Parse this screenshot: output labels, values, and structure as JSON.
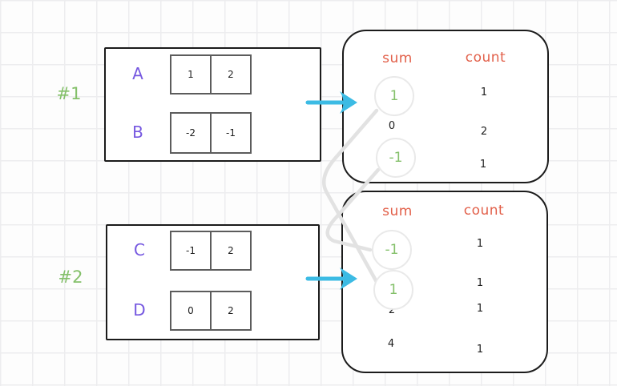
{
  "groups": [
    {
      "label": "#1",
      "arrays": [
        {
          "name": "A",
          "values": [
            "1",
            "2"
          ]
        },
        {
          "name": "B",
          "values": [
            "-2",
            "-1"
          ]
        }
      ],
      "result": {
        "sum_header": "sum",
        "count_header": "count",
        "rows": [
          {
            "sum": "1",
            "count": "1",
            "highlighted": true
          },
          {
            "sum": "0",
            "count": "2",
            "highlighted": false
          },
          {
            "sum": "-1",
            "count": "1",
            "highlighted": true
          }
        ]
      }
    },
    {
      "label": "#2",
      "arrays": [
        {
          "name": "C",
          "values": [
            "-1",
            "2"
          ]
        },
        {
          "name": "D",
          "values": [
            "0",
            "2"
          ]
        }
      ],
      "result": {
        "sum_header": "sum",
        "count_header": "count",
        "rows": [
          {
            "sum": "-1",
            "count": "1",
            "highlighted": true
          },
          {
            "sum": "1",
            "count": "1",
            "highlighted": true
          },
          {
            "sum": "2",
            "count": "1",
            "highlighted": false
          },
          {
            "sum": "4",
            "count": "1",
            "highlighted": false
          }
        ]
      }
    }
  ],
  "connections": [
    {
      "value": "1",
      "from": "group1-sum-1",
      "to": "group2-sum-1"
    },
    {
      "value": "-1",
      "from": "group1-sum--1",
      "to": "group2-sum--1"
    }
  ],
  "colors": {
    "group_label_green": "#84c06a",
    "array_name_purple": "#7557e0",
    "header_orange": "#e2604a",
    "arrow_cyan": "#3cbbe4",
    "connector_gray": "#e2e2e2",
    "box_border_black": "#1b1b1b",
    "cell_border_gray": "#5c5c5c",
    "value_black": "#1e1e1e"
  }
}
